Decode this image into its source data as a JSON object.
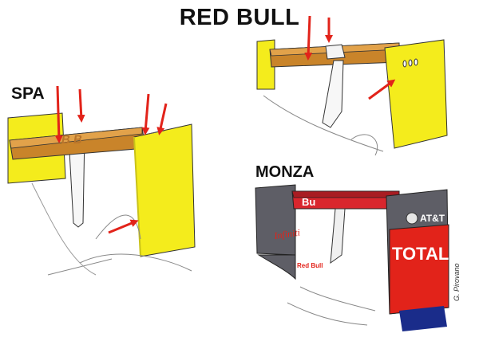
{
  "title": "RED BULL",
  "panels": {
    "spa": {
      "label": "SPA"
    },
    "monza": {
      "label": "MONZA",
      "sponsors": {
        "att": "AT&T",
        "total": "TOTAL",
        "infiniti": "Infiniti",
        "redbull": "Red Bull"
      }
    }
  },
  "credit": "G. Pirovano",
  "colors": {
    "spa_endplate": "#f4ec1c",
    "spa_mainplane": "#c9842a",
    "monza_endplate": "#5e5e66",
    "monza_mainplane": "#d9262d",
    "total_red": "#e2231a",
    "total_blue": "#1a2c8a",
    "arrow": "#e2231a"
  }
}
